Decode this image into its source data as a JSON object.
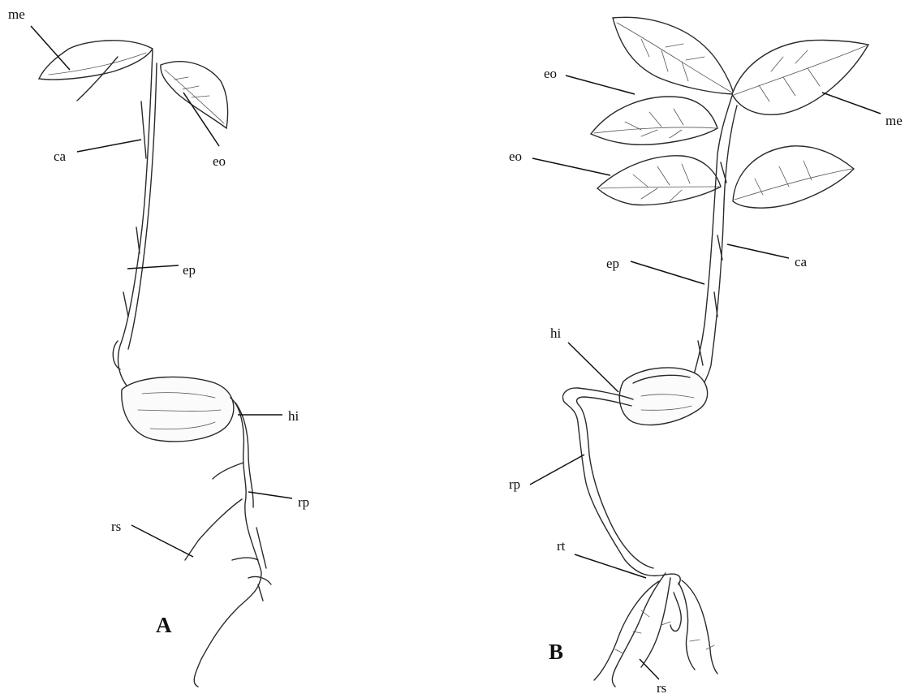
{
  "panels": {
    "a": {
      "panel_label": "A",
      "labels": {
        "me": "me",
        "ca": "ca",
        "eo": "eo",
        "ep": "ep",
        "hi": "hi",
        "rp": "rp",
        "rs": "rs"
      }
    },
    "b": {
      "panel_label": "B",
      "labels": {
        "eo_upper": "eo",
        "eo_lower": "eo",
        "me": "me",
        "ca": "ca",
        "ep": "ep",
        "hi": "hi",
        "rp": "rp",
        "rt": "rt",
        "rs": "rs"
      }
    }
  }
}
